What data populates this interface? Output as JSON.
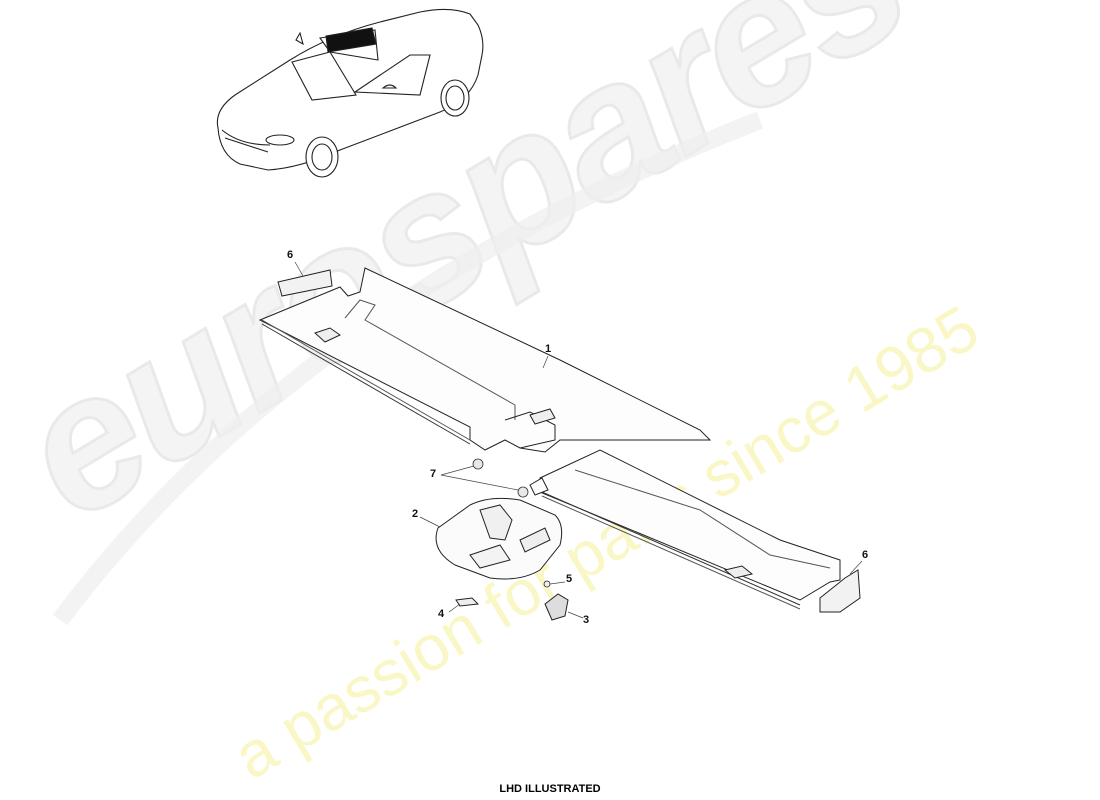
{
  "diagram": {
    "type": "exploded-parts-diagram",
    "caption": "LHD ILLUSTRATED",
    "vehicle_reference": "car-outline-roof-highlighted",
    "watermark": {
      "brand": "eurospares",
      "tagline": "a passion for parts since 1985",
      "brand_color": "#eeeeee",
      "tagline_color": "#f9f7c6"
    },
    "callouts": [
      {
        "number": "1",
        "part": "headlining-panel"
      },
      {
        "number": "2",
        "part": "roof-console-housing"
      },
      {
        "number": "3",
        "part": "switch-button"
      },
      {
        "number": "4",
        "part": "bezel-clip"
      },
      {
        "number": "5",
        "part": "screw"
      },
      {
        "number": "6",
        "part": "end-trim-pad"
      },
      {
        "number": "6",
        "part": "end-trim-pad"
      },
      {
        "number": "7",
        "part": "retaining-clip"
      }
    ]
  }
}
